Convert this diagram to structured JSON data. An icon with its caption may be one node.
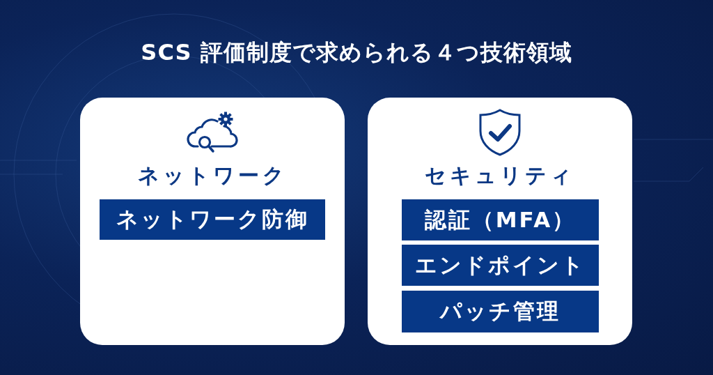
{
  "diagram": {
    "title": "SCS 評価制度で求められる４つ技術領域",
    "nodes": [
      {
        "text": [
          "ネットワーク"
        ]
      },
      {
        "text": [
          "ネットワーク防御"
        ],
        "in": 0
      },
      {
        "text": [
          "セキュリティ"
        ]
      },
      {
        "text": [
          "認証（MFA）"
        ],
        "in": 2
      },
      {
        "text": [
          "エンドポイント"
        ],
        "in": 2
      },
      {
        "text": [
          "パッチ管理"
        ],
        "in": 2
      }
    ]
  }
}
